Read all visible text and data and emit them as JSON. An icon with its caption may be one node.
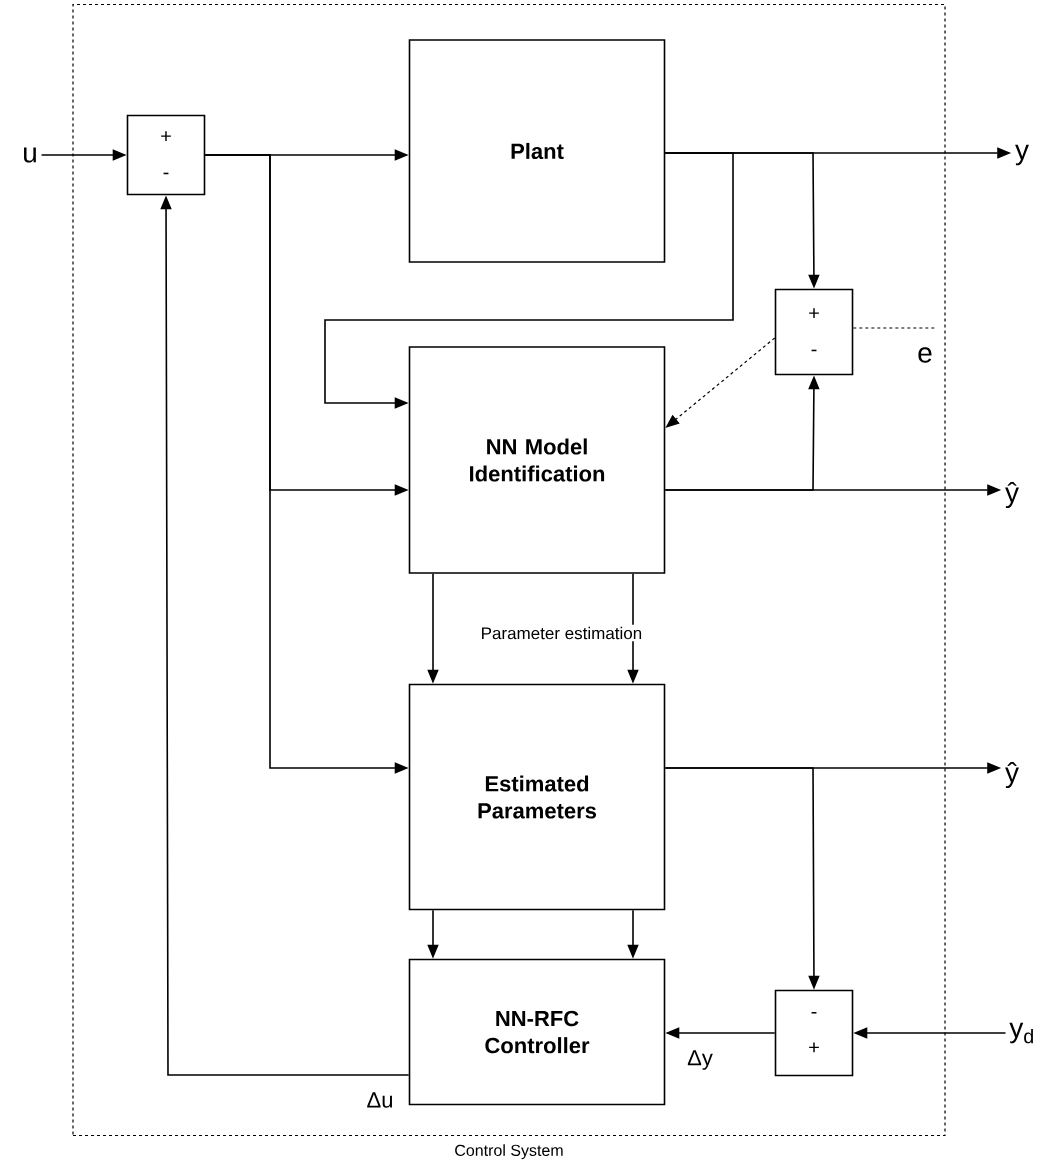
{
  "diagram": {
    "nodes": [
      {
        "text": [
          "Control System"
        ]
      },
      {
        "text": [
          "+",
          "-"
        ],
        "in": 0
      },
      {
        "text": [
          "Plant"
        ],
        "in": 0
      },
      {
        "text": [
          "+",
          "-"
        ],
        "in": 0
      },
      {
        "text": [
          "NN Model Identification"
        ],
        "in": 0
      },
      {
        "text": [
          "Estimated Parameters"
        ],
        "in": 0
      },
      {
        "text": [
          "NN-RFC Controller"
        ],
        "in": 0
      },
      {
        "text": [
          "-",
          "+"
        ],
        "in": 0
      },
      {
        "text": [
          "u"
        ]
      },
      {
        "text": [
          "y"
        ]
      },
      {
        "text": [
          "e"
        ],
        "in": 0
      },
      {
        "text": [
          "ŷ"
        ]
      },
      {
        "text": [
          "ŷ"
        ]
      },
      {
        "text": [
          "y$_{d}$"
        ]
      }
    ],
    "edges": [
      {
        "from": 8,
        "to": 1,
        "arrow": "to"
      },
      {
        "from": 1,
        "to": 2,
        "arrow": "to"
      },
      {
        "from": 1,
        "to": 4,
        "arrow": "to"
      },
      {
        "from": 1,
        "to": 5,
        "arrow": "to"
      },
      {
        "from": 2,
        "to": 9,
        "arrow": "to"
      },
      {
        "from": 2,
        "to": 4,
        "arrow": "to"
      },
      {
        "from": 2,
        "to": 3,
        "arrow": "to"
      },
      {
        "from": 4,
        "to": 11,
        "arrow": "to"
      },
      {
        "from": 4,
        "to": 3,
        "arrow": "to"
      },
      {
        "from": 3,
        "to": 4,
        "arrow": "to",
        "style": "dashed"
      },
      {
        "from": 3,
        "to": 10,
        "arrow": "none",
        "style": "dashed"
      },
      {
        "from": 4,
        "to": 5,
        "arrow": "to"
      },
      {
        "from": 4,
        "to": 5,
        "arrow": "to",
        "label": "Parameter estimation"
      },
      {
        "from": 5,
        "to": 12,
        "arrow": "to"
      },
      {
        "from": 5,
        "to": 7,
        "arrow": "to"
      },
      {
        "from": 5,
        "to": 6,
        "arrow": "to"
      },
      {
        "from": 5,
        "to": 6,
        "arrow": "to"
      },
      {
        "from": 13,
        "to": 7,
        "arrow": "to"
      },
      {
        "from": 7,
        "to": 6,
        "arrow": "to",
        "label": "Δy"
      },
      {
        "from": 6,
        "to": 1,
        "arrow": "to",
        "label": "Δu"
      }
    ]
  }
}
